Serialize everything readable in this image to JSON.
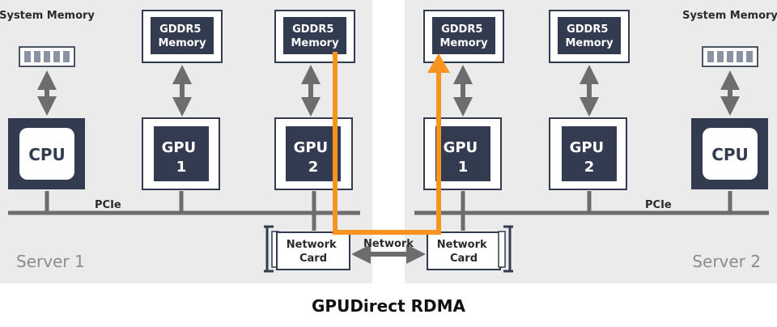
{
  "colors": {
    "panel": "#ebebeb",
    "chip": "#323b4f",
    "frame": "#323b4f",
    "bus": "#6d6d6d",
    "arrow": "#6d6d6d",
    "path": "#f7941d",
    "muted_text": "#8c8c8c",
    "text": "#2b2b2b"
  },
  "servers": [
    {
      "label": "Server 1",
      "system_memory": "System Memory",
      "cpu": "CPU",
      "bus": "PCIe",
      "gpus": [
        {
          "name": "GPU",
          "number": "1",
          "memory": [
            "GDDR5",
            "Memory"
          ]
        },
        {
          "name": "GPU",
          "number": "2",
          "memory": [
            "GDDR5",
            "Memory"
          ]
        }
      ],
      "nic": [
        "Network",
        "Card"
      ]
    },
    {
      "label": "Server 2",
      "system_memory": "System Memory",
      "cpu": "CPU",
      "bus": "PCIe",
      "gpus": [
        {
          "name": "GPU",
          "number": "1",
          "memory": [
            "GDDR5",
            "Memory"
          ]
        },
        {
          "name": "GPU",
          "number": "2",
          "memory": [
            "GDDR5",
            "Memory"
          ]
        }
      ],
      "nic": [
        "Network",
        "Card"
      ]
    }
  ],
  "network_label": "Network",
  "title": "GPUDirect RDMA"
}
